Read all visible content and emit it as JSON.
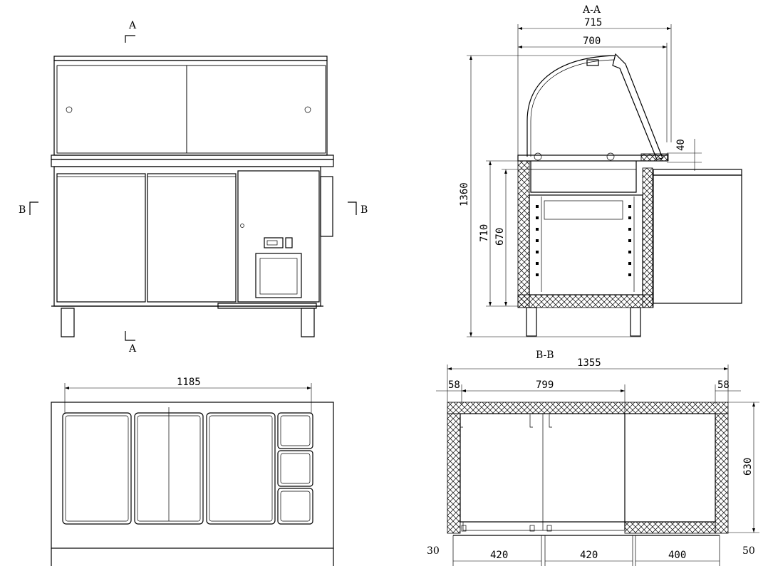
{
  "section_marks": {
    "a_top": "A",
    "a_bottom": "A",
    "b_left": "B",
    "b_right": "B"
  },
  "views": {
    "section_aa_title": "A-A",
    "section_bb_title": "B-B"
  },
  "dimensions": {
    "aa_width_outer": "715",
    "aa_width_inner": "700",
    "aa_total_height": "1360",
    "aa_height_710": "710",
    "aa_height_670": "670",
    "aa_glass_gap": "40",
    "top_width": "1185",
    "bb_total_width": "1355",
    "bb_left_wall": "58",
    "bb_right_wall": "58",
    "bb_inner_799": "799",
    "bb_depth": "630",
    "bb_bottom_30": "30",
    "bb_drawer_1": "420",
    "bb_drawer_2": "420",
    "bb_drawer_3": "400",
    "bb_bottom_50": "50"
  },
  "colors": {
    "line": "#000000",
    "background": "#ffffff",
    "insulation_hatch": "#000000"
  }
}
